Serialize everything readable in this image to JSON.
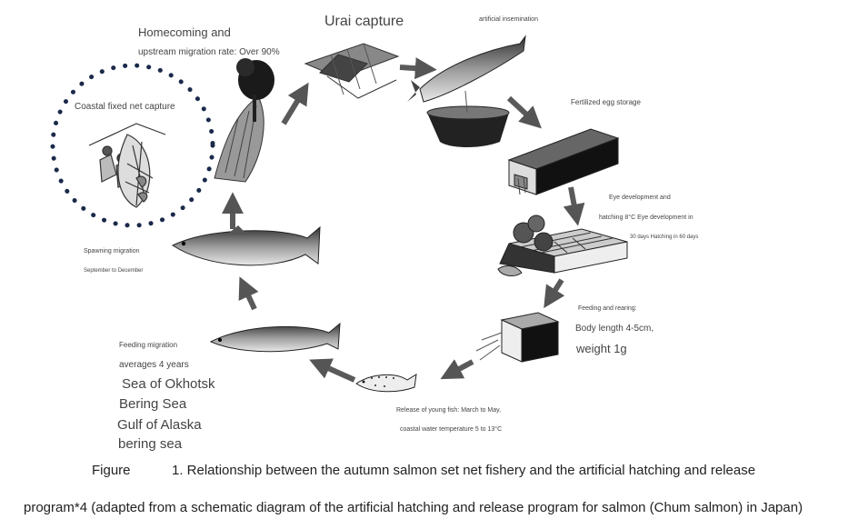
{
  "labels": {
    "homecoming_line1": "Homecoming and",
    "homecoming_line2": "upstream migration rate: Over 90%",
    "urai_capture": "Urai capture",
    "artificial_insemination": "artificial insemination",
    "fertilized_egg_storage": "Fertilized egg storage",
    "eye_line1": "Eye development and",
    "eye_line2": "hatching 8°C Eye development in",
    "eye_line3": "30 days Hatching in 60 days",
    "feeding_rearing_line1": "Feeding and rearing:",
    "feeding_rearing_line2": "Body length 4-5cm,",
    "feeding_rearing_line3": "weight 1g",
    "release_line1": "Release of young fish: March to May,",
    "release_line2": "coastal water temperature 5 to 13°C",
    "feeding_migration_line1": "Feeding migration",
    "feeding_migration_line2": "averages 4 years",
    "sea1": "Sea of Okhotsk",
    "sea2": "Bering Sea",
    "sea3": "Gulf of Alaska",
    "sea4": "bering sea",
    "spawning_line1": "Spawning migration",
    "spawning_line2": "September to December",
    "coastal_capture": "Coastal fixed net capture"
  },
  "caption": {
    "figure_word": "Figure",
    "line1": "1. Relationship between the autumn salmon set net fishery and the artificial hatching and release",
    "line2": "program*4 (adapted from a schematic diagram of the artificial hatching and release program for salmon (Chum salmon) in Japan)"
  }
}
